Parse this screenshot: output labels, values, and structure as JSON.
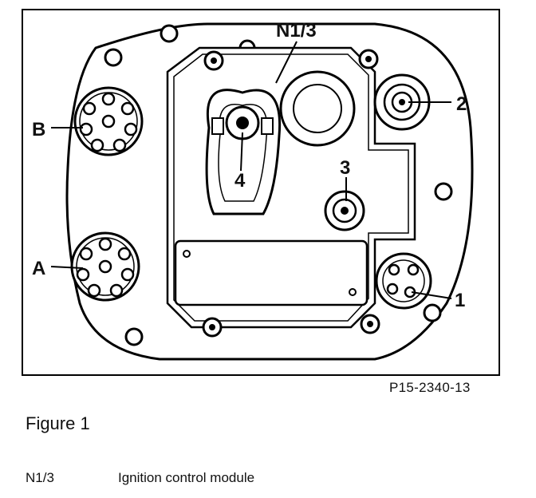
{
  "labels": {
    "n13": "N1/3",
    "l1": "1",
    "l2": "2",
    "l3": "3",
    "l4": "4",
    "a": "A",
    "b": "B"
  },
  "reference": "P15-2340-13",
  "caption": "Figure 1",
  "legend": [
    {
      "key": "N1/3",
      "description": "Ignition control module"
    }
  ]
}
